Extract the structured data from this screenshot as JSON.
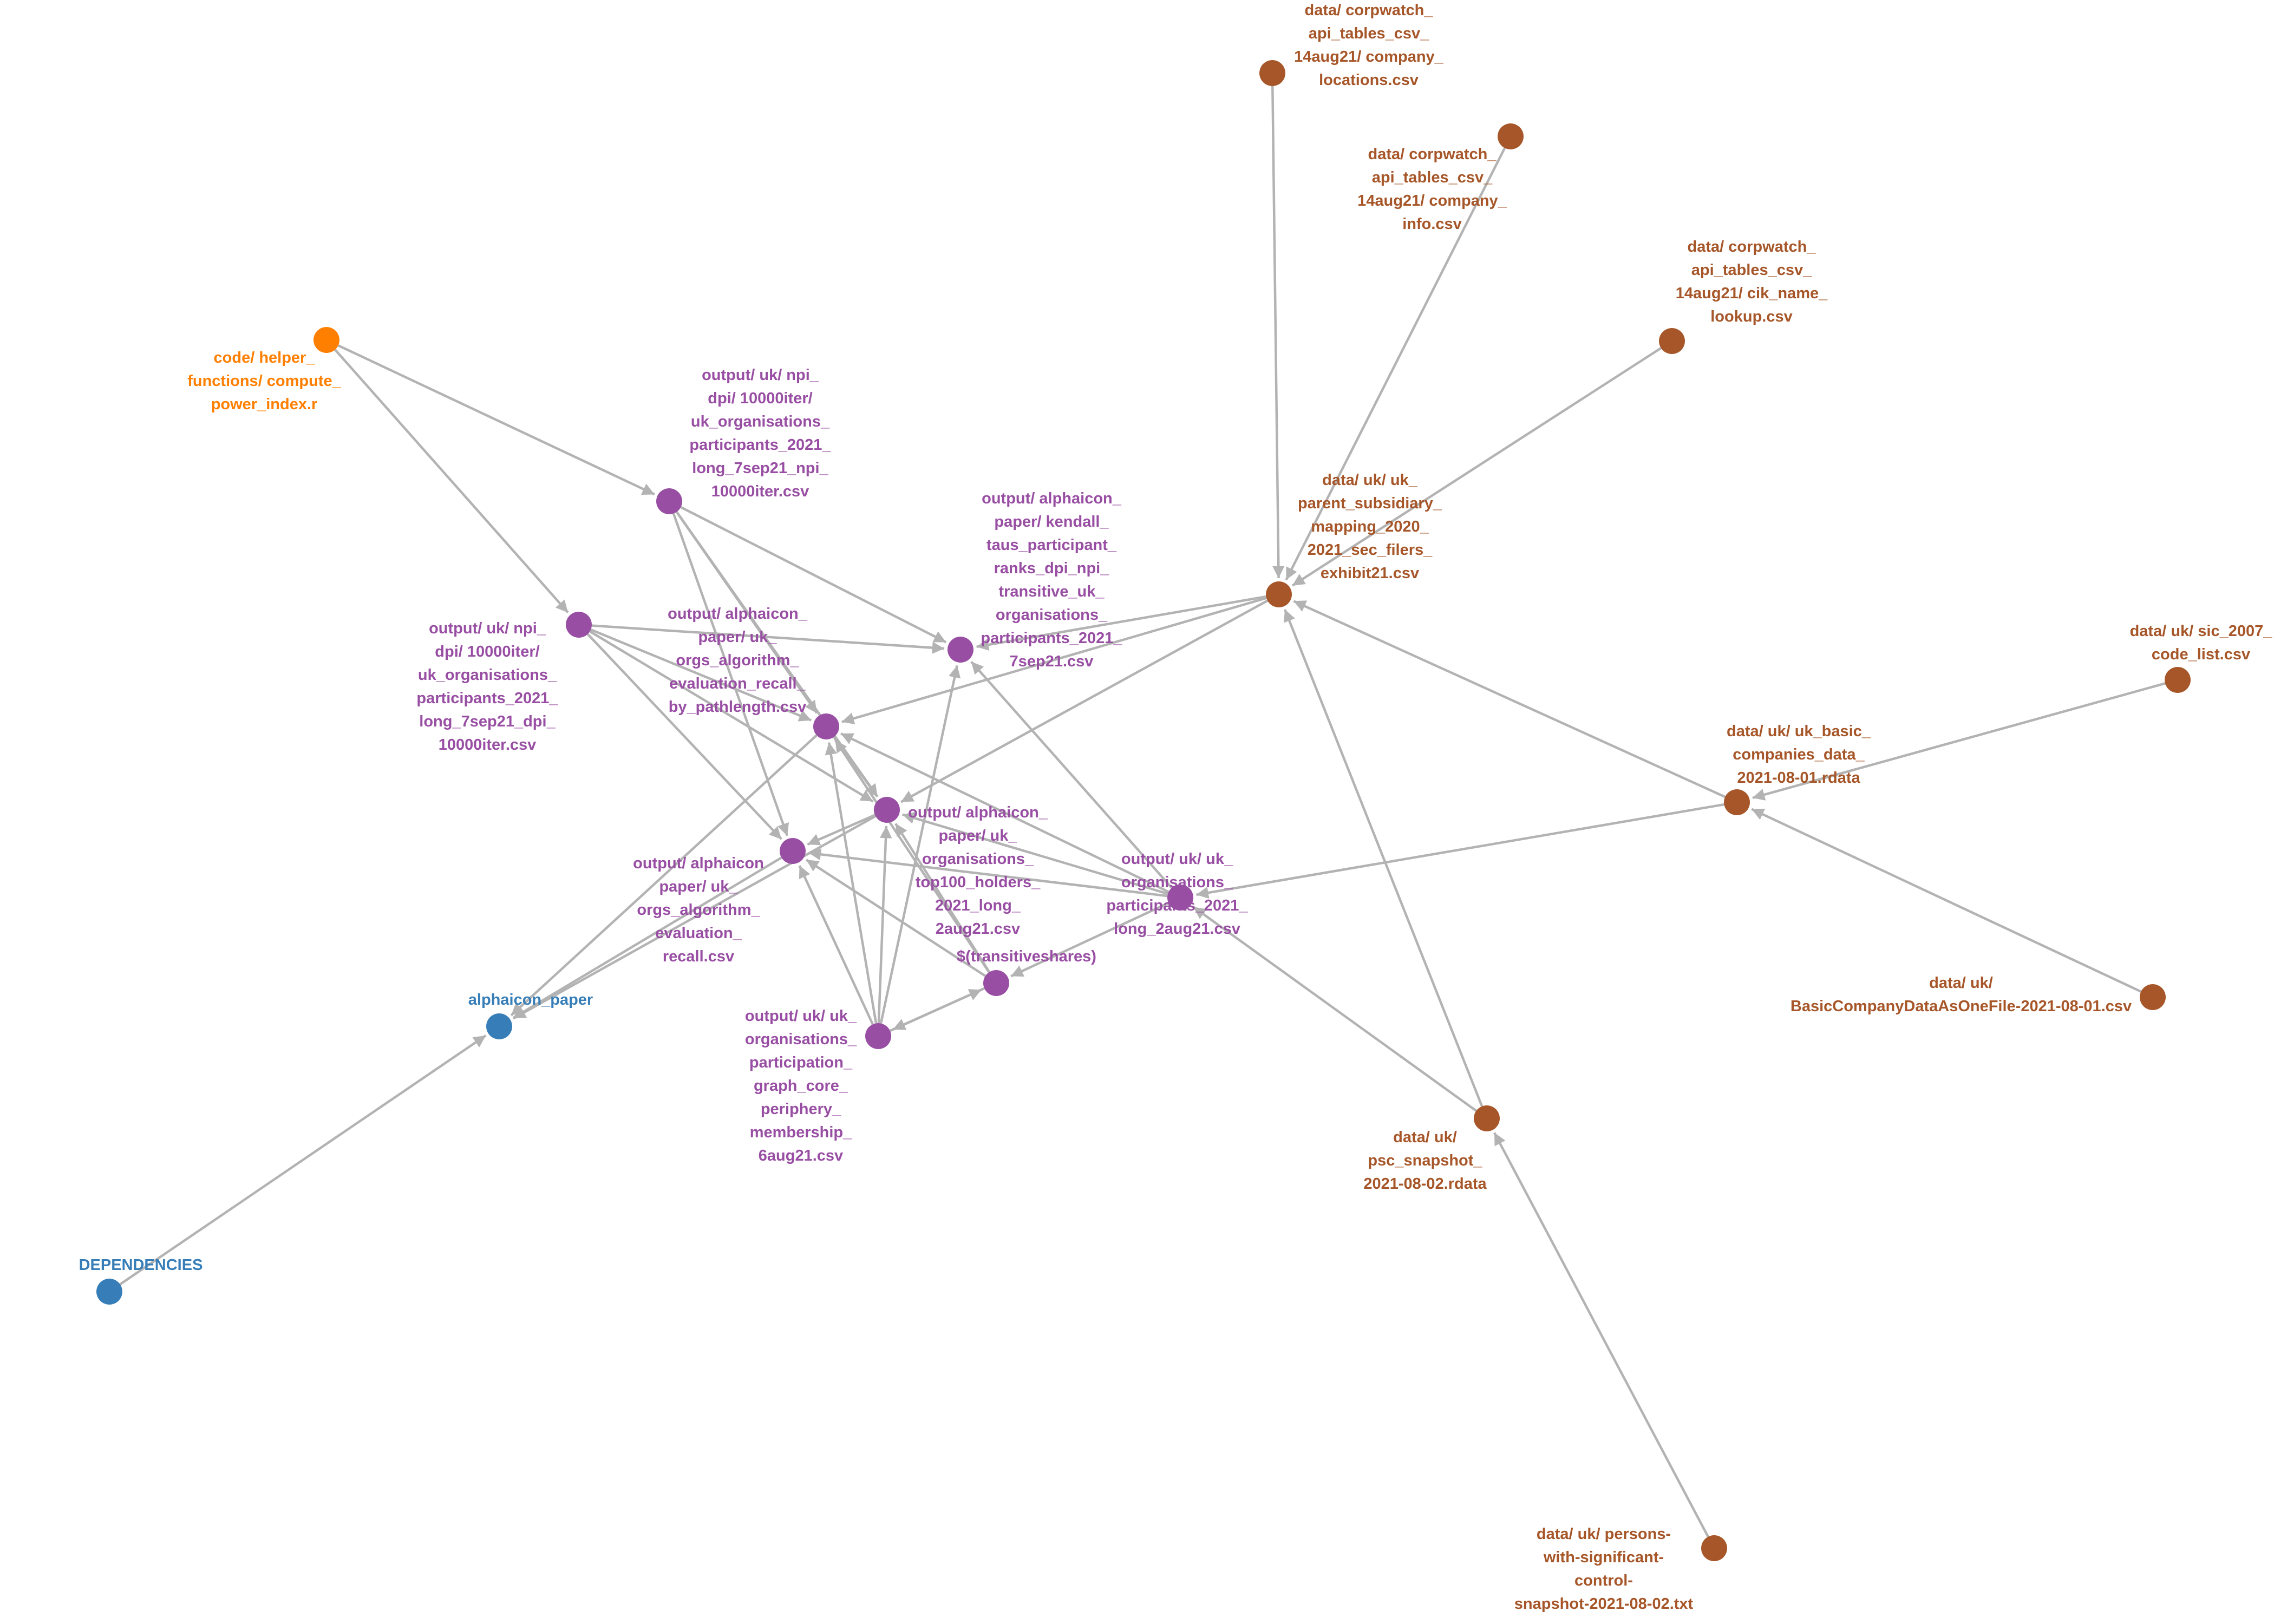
{
  "colors": {
    "edge": "#b3b3b3",
    "data": "#a65628",
    "output": "#984ea3",
    "code": "#ff7f00",
    "target": "#377eb8"
  },
  "nodes": [
    {
      "id": "n_company_locations",
      "group": "data",
      "label": [
        "data/ corpwatch_",
        "api_tables_csv_",
        "14aug21/ company_",
        "locations.csv"
      ]
    },
    {
      "id": "n_company_info",
      "group": "data",
      "label": [
        "data/ corpwatch_",
        "api_tables_csv_",
        "14aug21/ company_",
        "info.csv"
      ]
    },
    {
      "id": "n_cik_name_lookup",
      "group": "data",
      "label": [
        "data/ corpwatch_",
        "api_tables_csv_",
        "14aug21/ cik_name_",
        "lookup.csv"
      ]
    },
    {
      "id": "n_parent_subsidiary",
      "group": "data",
      "label": [
        "data/ uk/ uk_",
        "parent_subsidiary_",
        "mapping_2020_",
        "2021_sec_filers_",
        "exhibit21.csv"
      ]
    },
    {
      "id": "n_sic_2007",
      "group": "data",
      "label": [
        "data/ uk/ sic_2007_",
        "code_list.csv"
      ]
    },
    {
      "id": "n_uk_basic",
      "group": "data",
      "label": [
        "data/ uk/ uk_basic_",
        "companies_data_",
        "2021-08-01.rdata"
      ]
    },
    {
      "id": "n_basic_company_file",
      "group": "data",
      "label": [
        "data/ uk/",
        "BasicCompanyDataAsOneFile-2021-08-01.csv"
      ]
    },
    {
      "id": "n_psc_snapshot",
      "group": "data",
      "label": [
        "data/ uk/",
        "psc_snapshot_",
        "2021-08-02.rdata"
      ]
    },
    {
      "id": "n_psc_txt",
      "group": "data",
      "label": [
        "data/ uk/ persons-",
        "with-significant-",
        "control-",
        "snapshot-2021-08-02.txt"
      ]
    },
    {
      "id": "n_compute_power",
      "group": "code",
      "label": [
        "code/ helper_",
        "functions/ compute_",
        "power_index.r"
      ]
    },
    {
      "id": "n_npi_csv",
      "group": "output",
      "label": [
        "output/ uk/ npi_",
        "dpi/ 10000iter/",
        "uk_organisations_",
        "participants_2021_",
        "long_7sep21_npi_",
        "10000iter.csv"
      ]
    },
    {
      "id": "n_dpi_csv",
      "group": "output",
      "label": [
        "output/ uk/ npi_",
        "dpi/ 10000iter/",
        "uk_organisations_",
        "participants_2021_",
        "long_7sep21_dpi_",
        "10000iter.csv"
      ]
    },
    {
      "id": "n_kendall",
      "group": "output",
      "label": [
        "output/ alphaicon_",
        "paper/ kendall_",
        "taus_participant_",
        "ranks_dpi_npi_",
        "transitive_uk_",
        "organisations_",
        "participants_2021_",
        "7sep21.csv"
      ]
    },
    {
      "id": "n_recall_pathlength",
      "group": "output",
      "label": [
        "output/ alphaicon_",
        "paper/ uk_",
        "orgs_algorithm_",
        "evaluation_recall_",
        "by_pathlength.csv"
      ]
    },
    {
      "id": "n_top100",
      "group": "output",
      "label": [
        "output/ alphaicon_",
        "paper/ uk_",
        "organisations_",
        "top100_holders_",
        "2021_long_",
        "2aug21.csv"
      ]
    },
    {
      "id": "n_recall",
      "group": "output",
      "label": [
        "output/ alphaicon",
        "paper/ uk_",
        "orgs_algorithm_",
        "evaluation_",
        "recall.csv"
      ]
    },
    {
      "id": "n_participants",
      "group": "output",
      "label": [
        "output/ uk/ uk_",
        "organisations_",
        "participants_2021_",
        "long_2aug21.csv"
      ]
    },
    {
      "id": "n_transitiveshares",
      "group": "output",
      "label": [
        "$(transitiveshares)"
      ]
    },
    {
      "id": "n_core_periphery",
      "group": "output",
      "label": [
        "output/ uk/ uk_",
        "organisations_",
        "participation_",
        "graph_core_",
        "periphery_",
        "membership_",
        "6aug21.csv"
      ]
    },
    {
      "id": "n_alphaicon_paper",
      "group": "target",
      "label": [
        "alphaicon_paper"
      ]
    },
    {
      "id": "n_dependencies",
      "group": "target",
      "label": [
        "DEPENDENCIES"
      ]
    }
  ],
  "edges": [
    [
      "n_company_locations",
      "n_parent_subsidiary"
    ],
    [
      "n_company_info",
      "n_parent_subsidiary"
    ],
    [
      "n_cik_name_lookup",
      "n_parent_subsidiary"
    ],
    [
      "n_uk_basic",
      "n_parent_subsidiary"
    ],
    [
      "n_psc_snapshot",
      "n_parent_subsidiary"
    ],
    [
      "n_sic_2007",
      "n_uk_basic"
    ],
    [
      "n_basic_company_file",
      "n_uk_basic"
    ],
    [
      "n_psc_txt",
      "n_psc_snapshot"
    ],
    [
      "n_uk_basic",
      "n_participants"
    ],
    [
      "n_psc_snapshot",
      "n_participants"
    ],
    [
      "n_compute_power",
      "n_npi_csv"
    ],
    [
      "n_compute_power",
      "n_dpi_csv"
    ],
    [
      "n_npi_csv",
      "n_kendall"
    ],
    [
      "n_dpi_csv",
      "n_kendall"
    ],
    [
      "n_parent_subsidiary",
      "n_kendall"
    ],
    [
      "n_participants",
      "n_kendall"
    ],
    [
      "n_core_periphery",
      "n_kendall"
    ],
    [
      "n_parent_subsidiary",
      "n_recall_pathlength"
    ],
    [
      "n_npi_csv",
      "n_recall_pathlength"
    ],
    [
      "n_dpi_csv",
      "n_recall_pathlength"
    ],
    [
      "n_participants",
      "n_recall_pathlength"
    ],
    [
      "n_core_periphery",
      "n_recall_pathlength"
    ],
    [
      "n_transitiveshares",
      "n_recall_pathlength"
    ],
    [
      "n_parent_subsidiary",
      "n_top100"
    ],
    [
      "n_npi_csv",
      "n_top100"
    ],
    [
      "n_dpi_csv",
      "n_top100"
    ],
    [
      "n_participants",
      "n_top100"
    ],
    [
      "n_recall_pathlength",
      "n_top100"
    ],
    [
      "n_core_periphery",
      "n_top100"
    ],
    [
      "n_transitiveshares",
      "n_top100"
    ],
    [
      "n_npi_csv",
      "n_recall"
    ],
    [
      "n_dpi_csv",
      "n_recall"
    ],
    [
      "n_participants",
      "n_recall"
    ],
    [
      "n_core_periphery",
      "n_recall"
    ],
    [
      "n_transitiveshares",
      "n_recall"
    ],
    [
      "n_top100",
      "n_recall"
    ],
    [
      "n_participants",
      "n_transitiveshares"
    ],
    [
      "n_core_periphery",
      "n_transitiveshares"
    ],
    [
      "n_transitiveshares",
      "n_core_periphery"
    ],
    [
      "n_recall_pathlength",
      "n_alphaicon_paper"
    ],
    [
      "n_top100",
      "n_alphaicon_paper"
    ],
    [
      "n_recall",
      "n_alphaicon_paper"
    ],
    [
      "n_dependencies",
      "n_alphaicon_paper"
    ]
  ]
}
